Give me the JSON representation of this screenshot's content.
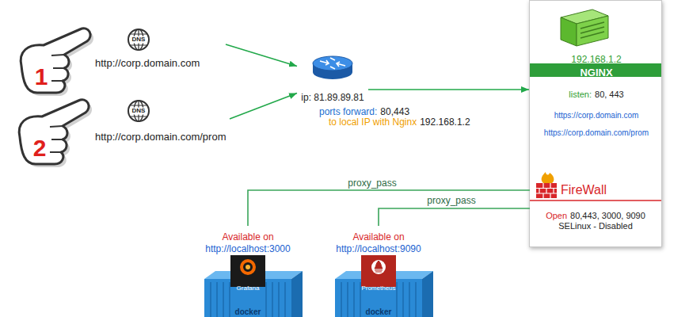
{
  "diagram": {
    "nodes": [
      {
        "text": [
          "http://corp.domain.com"
        ]
      },
      {
        "text": [
          "http://corp.domain.com/prom"
        ]
      },
      {
        "text": [
          "ip: 81.89.89.81",
          "ports forward:",
          "80,443",
          "to local IP with Nginx",
          "192.168.1.2"
        ]
      },
      {
        "text": [
          "192.168.1.2",
          "NGINX",
          "listen:",
          "80, 443",
          "https://corp.domain.com",
          "https://corp.domain.com/prom"
        ]
      },
      {
        "text": [
          "FireWall",
          "Open",
          "80,443, 3000, 9090",
          "SELinux - Disabled"
        ],
        "in": 3
      },
      {
        "text": [
          "Available on",
          "http://localhost:3000",
          "Grafana",
          "docker"
        ]
      },
      {
        "text": [
          "Available on",
          "http://localhost:9090",
          "Prometheus",
          "docker"
        ]
      }
    ],
    "edges": [
      {
        "from": 0,
        "to": 2,
        "arrow": "to"
      },
      {
        "from": 1,
        "to": 2,
        "arrow": "to"
      },
      {
        "from": 2,
        "to": 3,
        "arrow": "to"
      },
      {
        "from": 4,
        "to": 5,
        "label": "proxy_pass",
        "arrow": "none"
      },
      {
        "from": 4,
        "to": 6,
        "label": "proxy_pass",
        "arrow": "none"
      }
    ],
    "labels": [
      "1",
      "DNS",
      "2",
      "DNS"
    ]
  }
}
